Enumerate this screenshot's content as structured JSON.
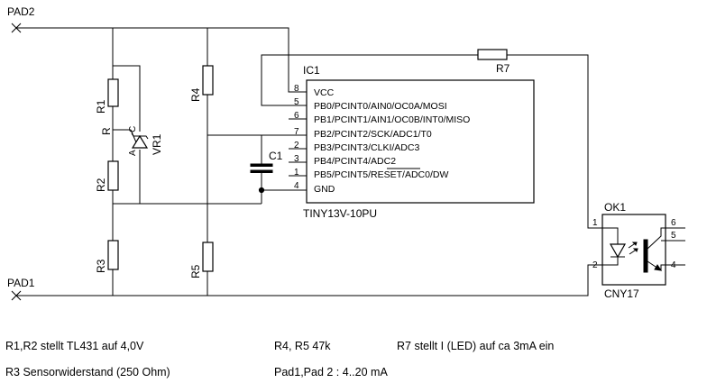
{
  "pads": {
    "pad2": "PAD2",
    "pad1": "PAD1"
  },
  "resistors": {
    "r1": "R1",
    "r2": "R2",
    "r3": "R3",
    "r4": "R4",
    "r5": "R5",
    "r7": "R7"
  },
  "capacitor": {
    "c1": "C1"
  },
  "reference": {
    "name": "VR1",
    "pin_r": "R",
    "pin_c": "C",
    "pin_a": "A"
  },
  "ic": {
    "ref": "IC1",
    "part": "TINY13V-10PU",
    "pins": [
      {
        "num": "8",
        "signal": "VCC"
      },
      {
        "num": "5",
        "signal": "PB0/PCINT0/AIN0/OC0A/MOSI"
      },
      {
        "num": "6",
        "signal": "PB1/PCINT1/AIN1/OC0B/INT0/MISO"
      },
      {
        "num": "7",
        "signal": "PB2/PCINT2/SCK/ADC1/T0"
      },
      {
        "num": "2",
        "signal": "PB3/PCINT3/CLKI/ADC3"
      },
      {
        "num": "3",
        "signal": "PB4/PCINT4/ADC2"
      },
      {
        "num": "1",
        "signal": "PB5/PCINT5/RESET/ADC0/DW"
      },
      {
        "num": "4",
        "signal": "GND"
      }
    ]
  },
  "optocoupler": {
    "ref": "OK1",
    "part": "CNY17",
    "pins": {
      "p1": "1",
      "p2": "2",
      "p4": "4",
      "p5": "5",
      "p6": "6"
    }
  },
  "notes": {
    "n1": "R1,R2 stellt TL431 auf 4,0V",
    "n2": "R4, R5 47k",
    "n3": "R7 stellt I (LED) auf ca 3mA ein",
    "n4": "R3 Sensorwiderstand (250 Ohm)",
    "n5": "Pad1,Pad 2 : 4..20 mA"
  }
}
